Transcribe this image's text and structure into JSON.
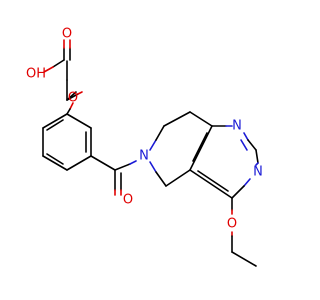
{
  "atoms": {
    "hydroxyl_label": "OH",
    "carbonyl_o_acid_label": "O",
    "ether_o_label": "O",
    "amide_o_label": "O",
    "amide_n_label": "N",
    "pyrimidine_n1_label": "N",
    "pyrimidine_n3_label": "N",
    "ethoxy_o_label": "O"
  },
  "colors": {
    "bond": "#000000",
    "oxygen": "#e00000",
    "nitrogen": "#1a1ad6",
    "background": "#ffffff"
  }
}
